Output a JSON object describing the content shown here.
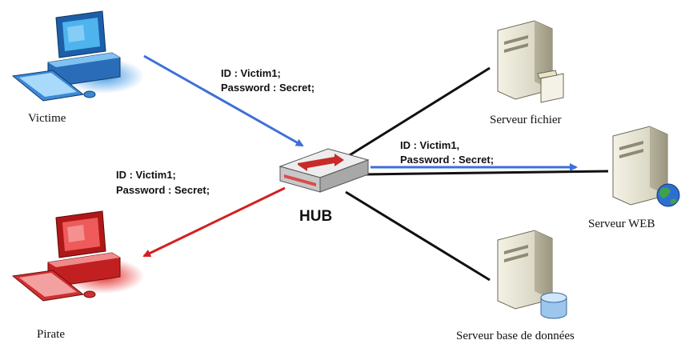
{
  "nodes": {
    "victim": {
      "label": "Victime"
    },
    "pirate": {
      "label": "Pirate"
    },
    "hub": {
      "label": "HUB"
    },
    "file_server": {
      "label": "Serveur fichier"
    },
    "web_server": {
      "label": "Serveur WEB"
    },
    "db_server": {
      "label": "Serveur base de données"
    }
  },
  "messages": {
    "victim_to_hub": {
      "line1": "ID : Victim1;",
      "line2": "Password : Secret;"
    },
    "hub_to_web": {
      "line1": "ID : Victim1,",
      "line2": "Password : Secret;"
    },
    "hub_to_pirate": {
      "line1": "ID : Victim1;",
      "line2": "Password : Secret;"
    }
  },
  "colors": {
    "link_line": "#111111",
    "victim_arrow": "#3d6fd8",
    "web_arrow": "#3d6fd8",
    "pirate_arrow": "#d42020"
  }
}
